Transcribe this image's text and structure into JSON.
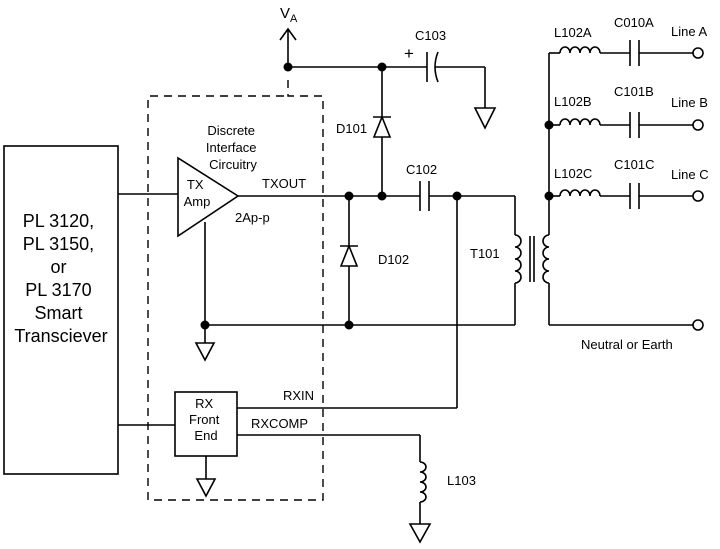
{
  "transceiver": {
    "lines": [
      "PL 3120,",
      "PL 3150,",
      "or",
      "PL 3170",
      "Smart",
      "Transciever"
    ]
  },
  "interface_block": {
    "lines": [
      "Discrete",
      "Interface",
      "Circuitry"
    ]
  },
  "tx_amp": {
    "lines": [
      "TX",
      "Amp"
    ]
  },
  "rx_front_end": {
    "lines": [
      "RX",
      "Front",
      "End"
    ]
  },
  "supply": {
    "main": "V",
    "sub": "A"
  },
  "signals": {
    "txout": "TXOUT",
    "tx_level": "2Ap-p",
    "rxin": "RXIN",
    "rxcomp": "RXCOMP"
  },
  "components": {
    "c103": "C103",
    "c103_polarity": "+",
    "d101": "D101",
    "d102": "D102",
    "c102": "C102",
    "t101": "T101",
    "l103": "L103",
    "l102a": "L102A",
    "c010a": "C010A",
    "l102b": "L102B",
    "c101b": "C101B",
    "l102c": "L102C",
    "c101c": "C101C"
  },
  "lines": {
    "a": "Line A",
    "b": "Line B",
    "c": "Line C",
    "neutral": "Neutral or Earth"
  }
}
